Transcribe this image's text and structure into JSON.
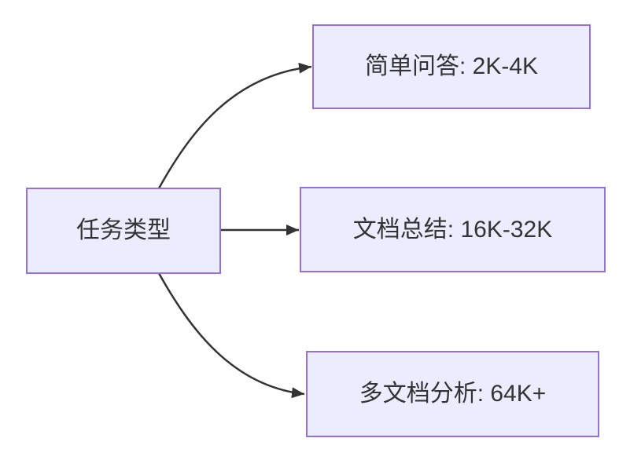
{
  "diagram": {
    "type": "flowchart",
    "direction": "left-to-right",
    "root": {
      "label": "任务类型"
    },
    "children": [
      {
        "label": "简单问答: 2K-4K"
      },
      {
        "label": "文档总结: 16K-32K"
      },
      {
        "label": "多文档分析: 64K+"
      }
    ],
    "edges": [
      {
        "from": "任务类型",
        "to": "简单问答: 2K-4K"
      },
      {
        "from": "任务类型",
        "to": "文档总结: 16K-32K"
      },
      {
        "from": "任务类型",
        "to": "多文档分析: 64K+"
      }
    ],
    "colors": {
      "node_fill": "#ECECFF",
      "node_border": "#9370DB",
      "edge_stroke": "#333333",
      "text": "#333333",
      "background": "#FFFFFF"
    }
  }
}
